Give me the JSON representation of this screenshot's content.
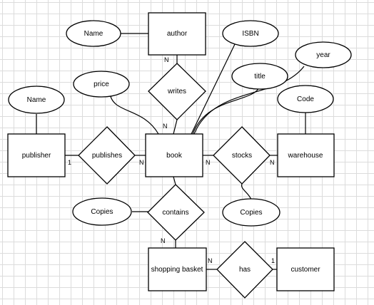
{
  "entities": {
    "author": "author",
    "publisher": "publisher",
    "book": "book",
    "warehouse": "warehouse",
    "shopping_basket": "shopping basket",
    "customer": "customer"
  },
  "relationships": {
    "writes": "writes",
    "publishes": "publishes",
    "stocks": "stocks",
    "contains": "contains",
    "has": "has"
  },
  "attributes": {
    "author_name": "Name",
    "isbn": "ISBN",
    "year": "year",
    "title": "title",
    "price": "price",
    "publisher_name": "Name",
    "code": "Code",
    "copies_contains": "Copies",
    "copies_stocks": "Copies"
  },
  "cardinalities": {
    "author_writes": "N",
    "writes_book": "N",
    "publisher_publishes": "1",
    "publishes_book": "N",
    "book_stocks": "N",
    "stocks_warehouse": "N",
    "contains_basket": "N",
    "basket_has": "N",
    "has_customer": "1"
  }
}
